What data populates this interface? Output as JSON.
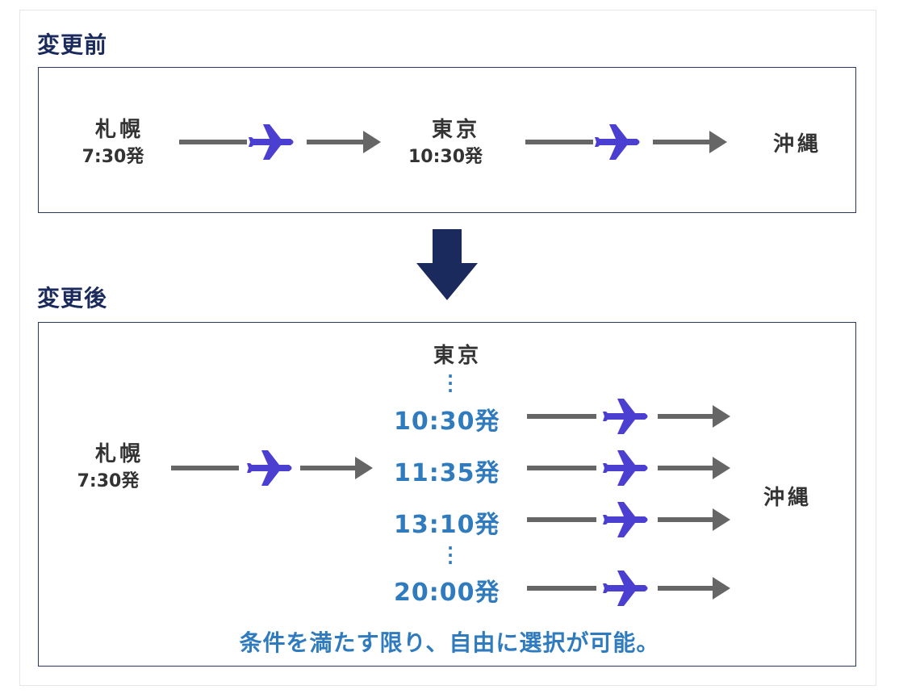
{
  "before": {
    "title": "変更前",
    "origin": {
      "city": "札幌",
      "time": "7:30発"
    },
    "via": {
      "city": "東京",
      "time": "10:30発"
    },
    "destination": {
      "city": "沖縄"
    }
  },
  "after": {
    "title": "変更後",
    "origin": {
      "city": "札幌",
      "time": "7:30発"
    },
    "via": {
      "city": "東京"
    },
    "departures": [
      "10:30発",
      "11:35発",
      "13:10発",
      "20:00発"
    ],
    "destination": {
      "city": "沖縄"
    },
    "note": "条件を満たす限り、自由に選択が可能。"
  },
  "colors": {
    "navy": "#1b2a5c",
    "plane": "#4a3fd0",
    "arrow": "#666666",
    "accent": "#2f7bbd"
  },
  "icons": {
    "plane": "plane-icon",
    "arrow": "arrow-right-icon",
    "down": "arrow-down-icon"
  }
}
